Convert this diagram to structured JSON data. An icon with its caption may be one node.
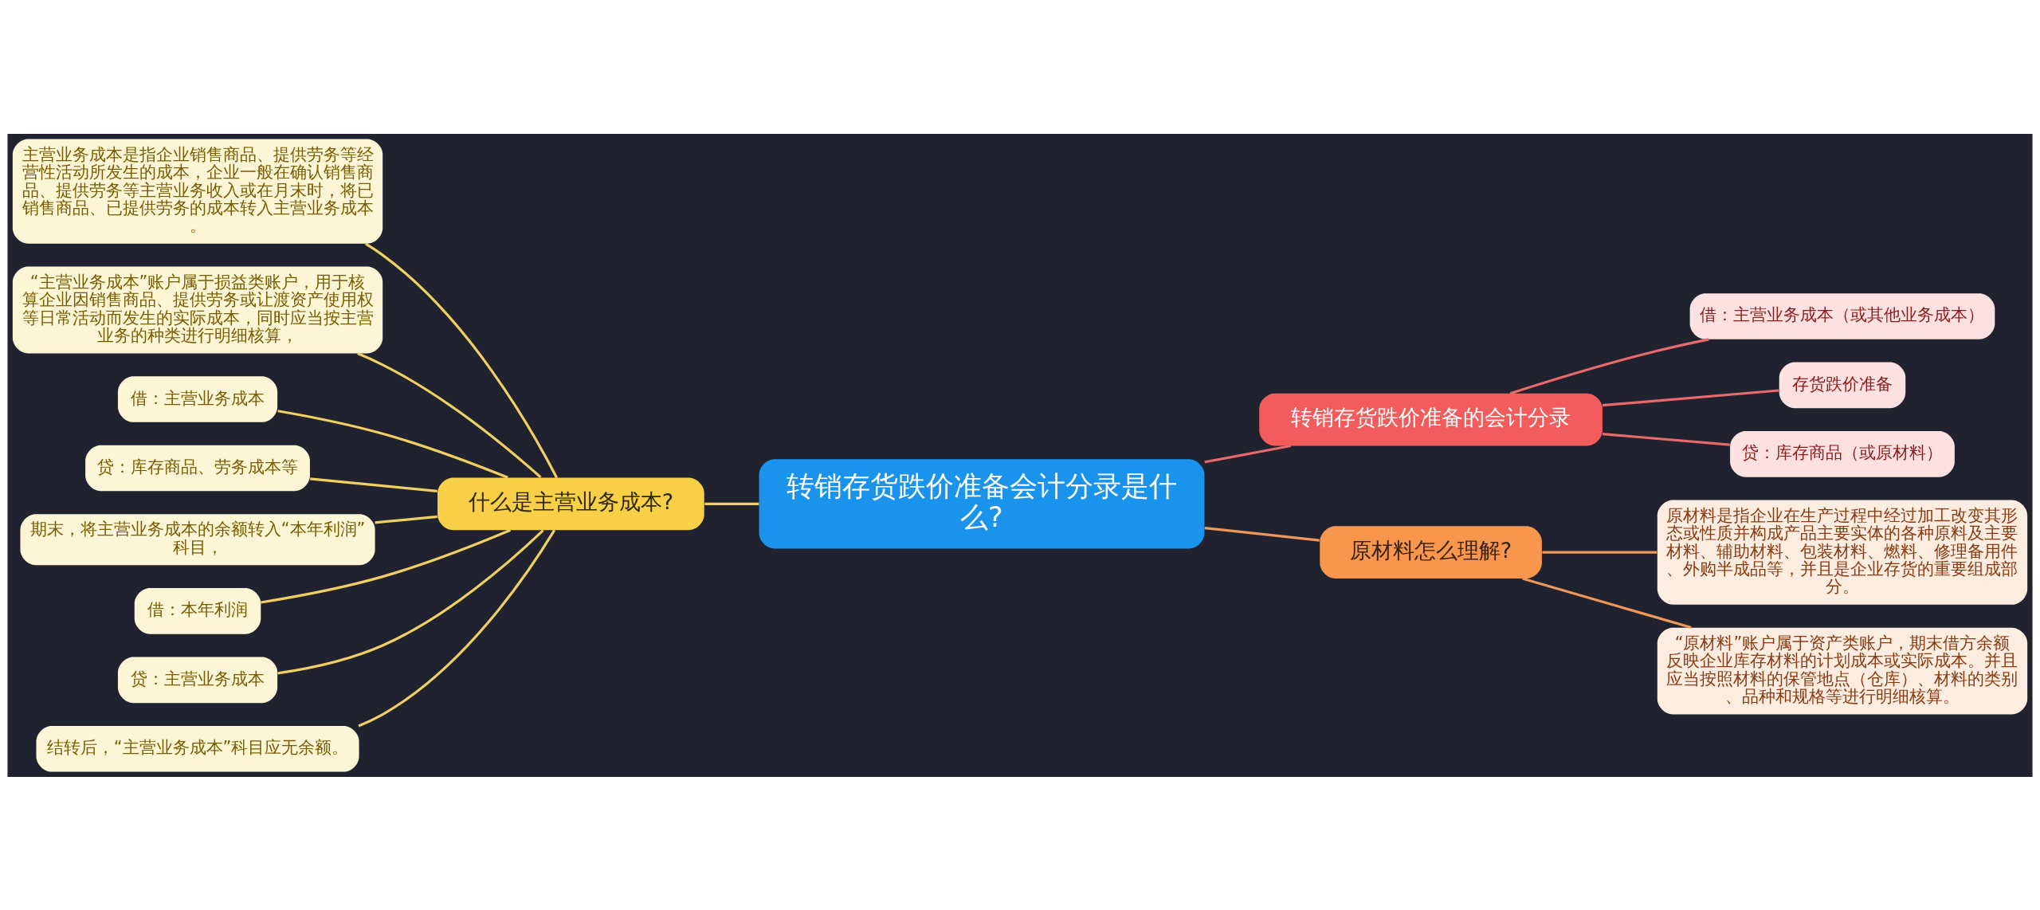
{
  "diagram": {
    "nodes": [
      {
        "text": [
          "转销存货跌价准备会计分录是什么?"
        ]
      },
      {
        "text": [
          "转销存货跌价准备的会计分录"
        ]
      },
      {
        "text": [
          "借：主营业务成本（或其他业务成本）"
        ]
      },
      {
        "text": [
          "存货跌价准备"
        ]
      },
      {
        "text": [
          "贷：库存商品（或原材料）"
        ]
      },
      {
        "text": [
          "原材料怎么理解?"
        ]
      },
      {
        "text": [
          "原材料是指企业在生产过程中经过加工改变其形态或性质并构成产品主要实体的各种原料及主要材料、辅助材料、包装材料、燃料、修理备用件、外购半成品等，并且是企业存货的重要组成部分。"
        ]
      },
      {
        "text": [
          "“原材料”账户属于资产类账户，期末借方余额反映企业库存材料的计划成本或实际成本。并且应当按照材料的保管地点（仓库）、材料的类别、品种和规格等进行明细核算。"
        ]
      },
      {
        "text": [
          "什么是主营业务成本?"
        ]
      },
      {
        "text": [
          "主营业务成本是指企业销售商品、提供劳务等经营性活动所发生的成本，企业一般在确认销售商品、提供劳务等主营业务收入或在月末时，将已销售商品、已提供劳务的成本转入主营业务成本。"
        ]
      },
      {
        "text": [
          "“主营业务成本”账户属于损益类账户，用于核算企业因销售商品、提供劳务或让渡资产使用权等日常活动而发生的实际成本，同时应当按主营业务的种类进行明细核算，"
        ]
      },
      {
        "text": [
          "借：主营业务成本"
        ]
      },
      {
        "text": [
          "贷：库存商品、劳务成本等"
        ]
      },
      {
        "text": [
          "期末，将主营业务成本的余额转入“本年利润”科目，"
        ]
      },
      {
        "text": [
          "借：本年利润"
        ]
      },
      {
        "text": [
          "贷：主营业务成本"
        ]
      },
      {
        "text": [
          "结转后，“主营业务成本”科目应无余额。"
        ]
      }
    ],
    "edges": [
      {
        "from": 0,
        "to": 1,
        "arrow": "none",
        "color": "#e86a6a"
      },
      {
        "from": 1,
        "to": 2,
        "arrow": "none",
        "color": "#e86a6a"
      },
      {
        "from": 1,
        "to": 3,
        "arrow": "none",
        "color": "#e86a6a"
      },
      {
        "from": 1,
        "to": 4,
        "arrow": "none",
        "color": "#e86a6a"
      },
      {
        "from": 0,
        "to": 5,
        "arrow": "none",
        "color": "#f0985a"
      },
      {
        "from": 5,
        "to": 6,
        "arrow": "none",
        "color": "#f0985a"
      },
      {
        "from": 5,
        "to": 7,
        "arrow": "none",
        "color": "#f0985a"
      },
      {
        "from": 0,
        "to": 8,
        "arrow": "none"
      },
      {
        "from": 8,
        "to": 9,
        "arrow": "none"
      },
      {
        "from": 8,
        "to": 10,
        "arrow": "none"
      },
      {
        "from": 8,
        "to": 11,
        "arrow": "none"
      },
      {
        "from": 8,
        "to": 12,
        "arrow": "none"
      },
      {
        "from": 8,
        "to": 13,
        "arrow": "none"
      },
      {
        "from": 8,
        "to": 14,
        "arrow": "none"
      },
      {
        "from": 8,
        "to": 15,
        "arrow": "none"
      },
      {
        "from": 8,
        "to": 16,
        "arrow": "none"
      }
    ]
  }
}
